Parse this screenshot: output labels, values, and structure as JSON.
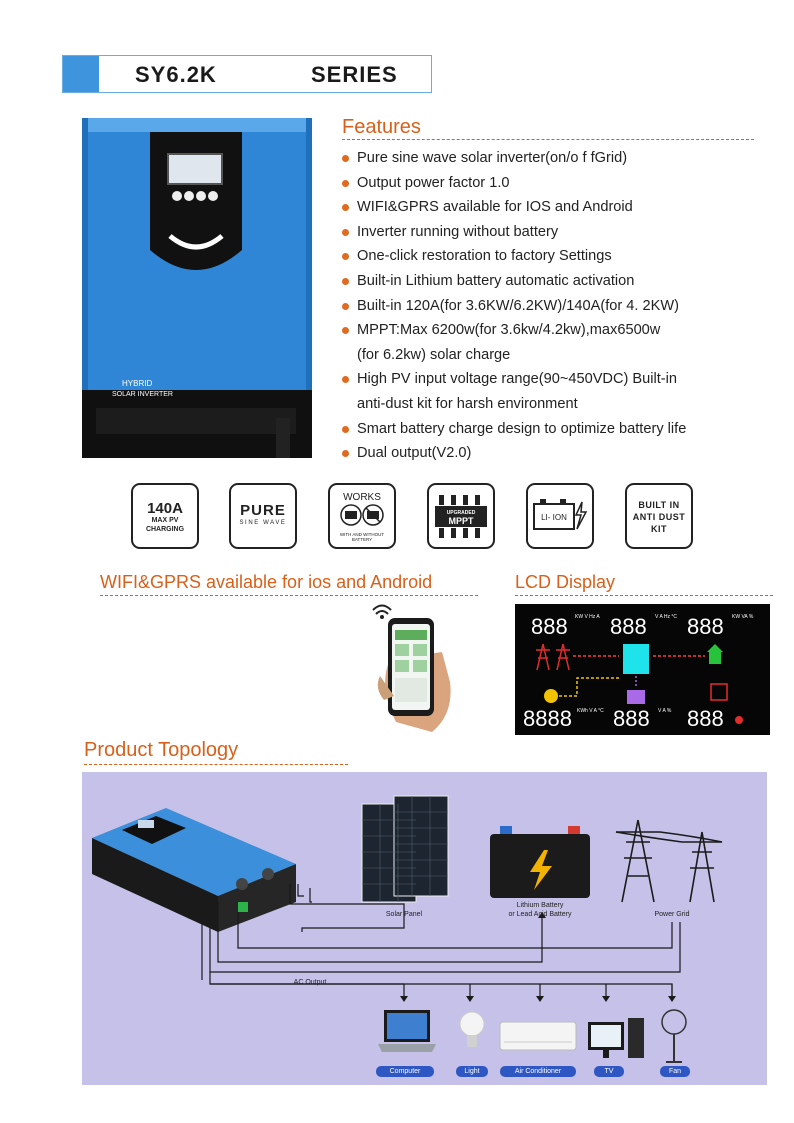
{
  "header": {
    "model": "SY6.2K",
    "series": "SERIES"
  },
  "product_image": {
    "brand_line1": "HYBRID",
    "brand_line2": "SOLAR INVERTER"
  },
  "features": {
    "title": "Features",
    "items": [
      "Pure sine wave solar inverter(on/o f fGrid)",
      "Output power factor 1.0",
      "WIFI&GPRS available for IOS and Android",
      "Inverter running without battery",
      "One-click restoration to factory Settings",
      "Built-in Lithium battery automatic activation",
      "Built-in 120A(for 3.6KW/6.2KW)/140A(for 4. 2KW)",
      [
        "MPPT:Max 6200w(for 3.6kw/4.2kw),max6500w",
        "(for 6.2kw) solar charge"
      ],
      [
        "High PV input voltage range(90~450VDC) Built-in",
        "anti-dust  kit for harsh environment"
      ],
      "Smart battery charge design to optimize battery life",
      "Dual output(V2.0)"
    ]
  },
  "badges": {
    "charging": {
      "big": "140A",
      "line1": "MAX PV",
      "line2": "CHARGING"
    },
    "pure": {
      "big": "PURE",
      "small": "SINE WAVE"
    },
    "works": {
      "big": "WORKS",
      "line1": "WITH AND WITHOUT",
      "line2": "BATTERY"
    },
    "mppt": {
      "line1": "UPGRADED",
      "line2": "MPPT"
    },
    "liion": {
      "label": "LI- ION"
    },
    "dust": {
      "line1": "BUILT IN",
      "line2": "ANTI DUST",
      "line3": "KIT"
    }
  },
  "wifi": {
    "title": "WIFI&GPRS available for ios and Android"
  },
  "lcd": {
    "title": "LCD Display",
    "digits3": "888",
    "digits4": "8888",
    "units_tl": "KW V Hz A",
    "units_tm": "V A Hz °C",
    "units_tr": "KW VA %",
    "units_bl": "KWh V A °C",
    "units_bm": "V A %"
  },
  "topology": {
    "title": "Product Topology",
    "labels": {
      "solar": "Solar Panel",
      "battery_line1": "Lithium Battery",
      "battery_line2": "or Lead Acid Battery",
      "grid": "Power Grid",
      "ac_output": "AC Output"
    },
    "loads": [
      "Computer",
      "Light",
      "Air Conditioner",
      "TV",
      "Fan"
    ]
  },
  "colors": {
    "accent": "#d9601a",
    "header_blue": "#3f94de",
    "topology_bg": "#c5c1e8",
    "load_pill": "#2e57c4"
  }
}
